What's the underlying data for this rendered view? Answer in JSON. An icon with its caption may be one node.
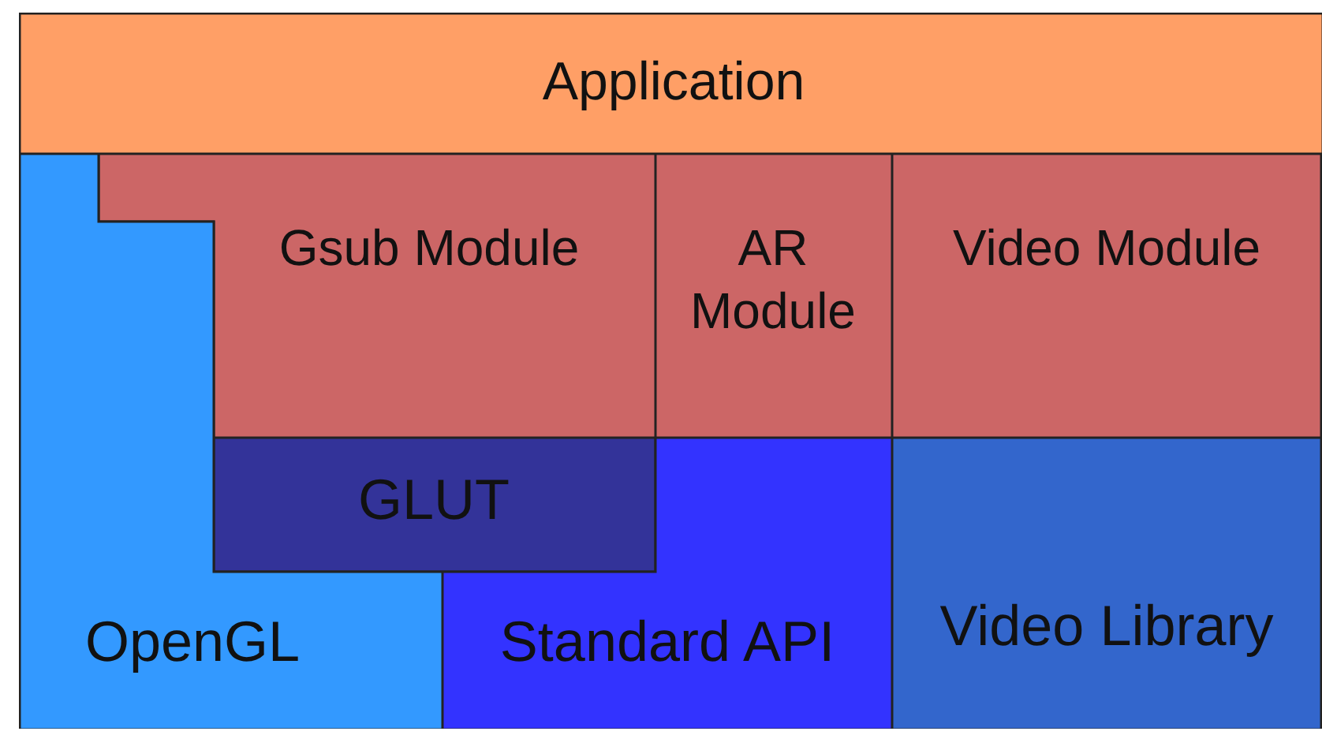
{
  "diagram": {
    "nodes": [
      {
        "text": [
          "Application"
        ]
      },
      {
        "text": [
          "Gsub Module"
        ]
      },
      {
        "text": [
          "AR Module"
        ]
      },
      {
        "text": [
          "Video Module"
        ]
      },
      {
        "text": [
          "GLUT"
        ]
      },
      {
        "text": [
          "OpenGL"
        ]
      },
      {
        "text": [
          "Standard API"
        ]
      },
      {
        "text": [
          "Video Library"
        ]
      }
    ]
  }
}
